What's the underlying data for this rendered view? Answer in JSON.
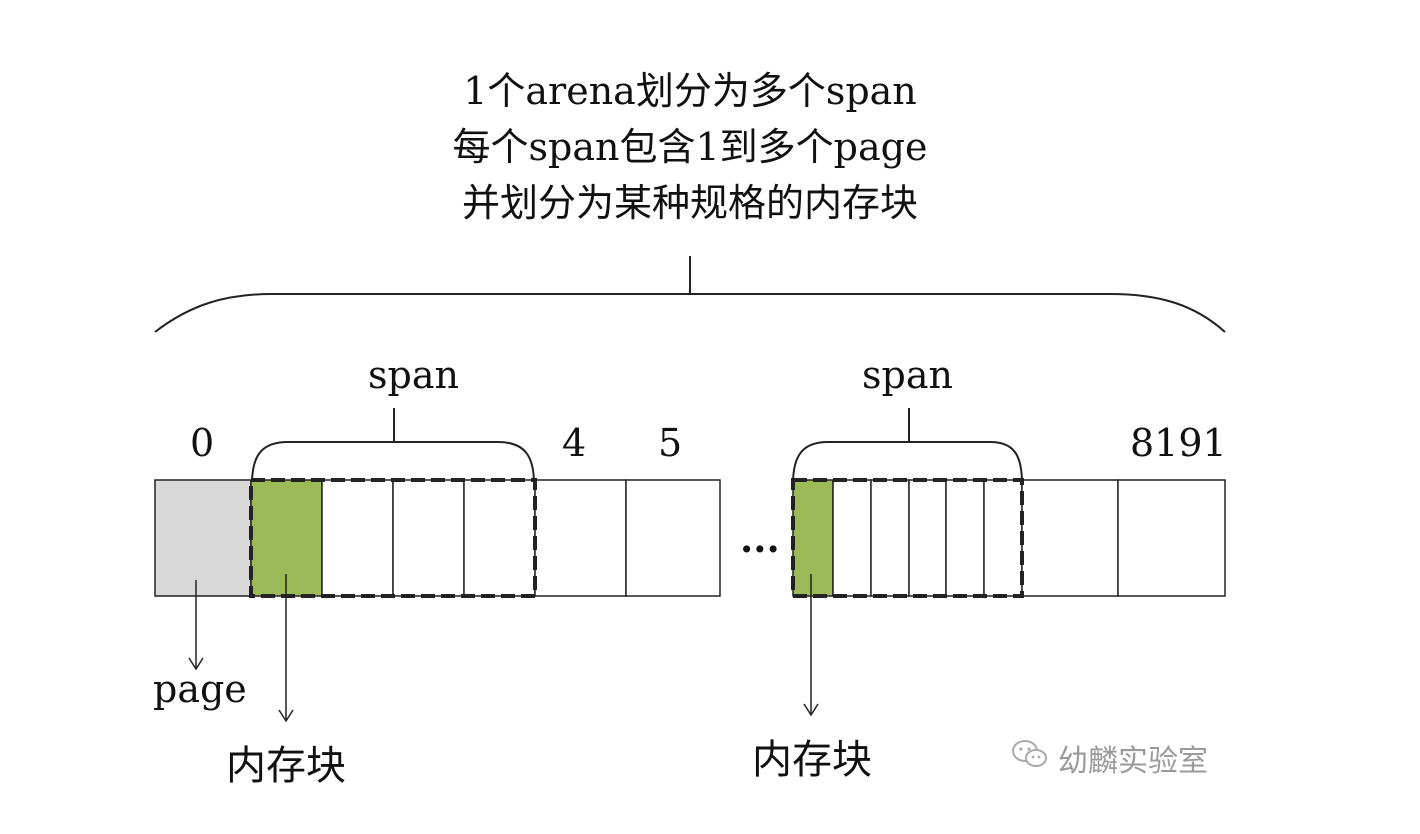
{
  "title_lines": [
    "1个arena划分为多个span",
    "每个span包含1到多个page",
    "并划分为某种规格的内存块"
  ],
  "page_indices": {
    "first": "0",
    "fourth": "4",
    "fifth": "5",
    "last": "8191"
  },
  "span_labels": {
    "left": "span",
    "right": "span"
  },
  "page_label": "page",
  "memory_block_labels": {
    "left": "内存块",
    "right": "内存块"
  },
  "ellipsis": "...",
  "watermark": {
    "text": "幼麟实验室",
    "icon": "wechat-icon"
  },
  "colors": {
    "page_fill": "#d9d9d9",
    "memory_block_fill": "#9bbb59",
    "line": "#222222"
  }
}
